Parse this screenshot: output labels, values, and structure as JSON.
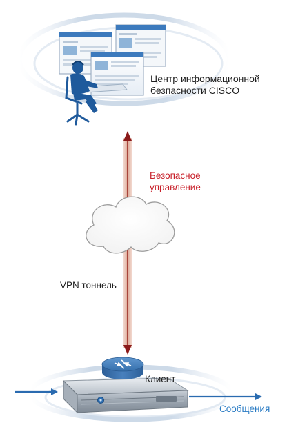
{
  "labels": {
    "soc_line1": "Центр информационной",
    "soc_line2": "безпасности CISCO",
    "mgmt_line1": "Безопасное",
    "mgmt_line2": "управление",
    "vpn": "VPN тоннель",
    "client": "Клиент",
    "messages": "Сообщения"
  },
  "colors": {
    "arrow_dark": "#8b1a1a",
    "arrow_light": "#e8bcae",
    "blue": "#2a6bb0",
    "messages_text": "#2b7cc4",
    "management_text": "#c8202a",
    "swoosh": "#b9c9dc"
  },
  "icons": {
    "top": "security-operator-workstation-icon",
    "cloud": "cloud-icon",
    "router": "router-icon",
    "appliance": "rack-appliance-icon"
  }
}
